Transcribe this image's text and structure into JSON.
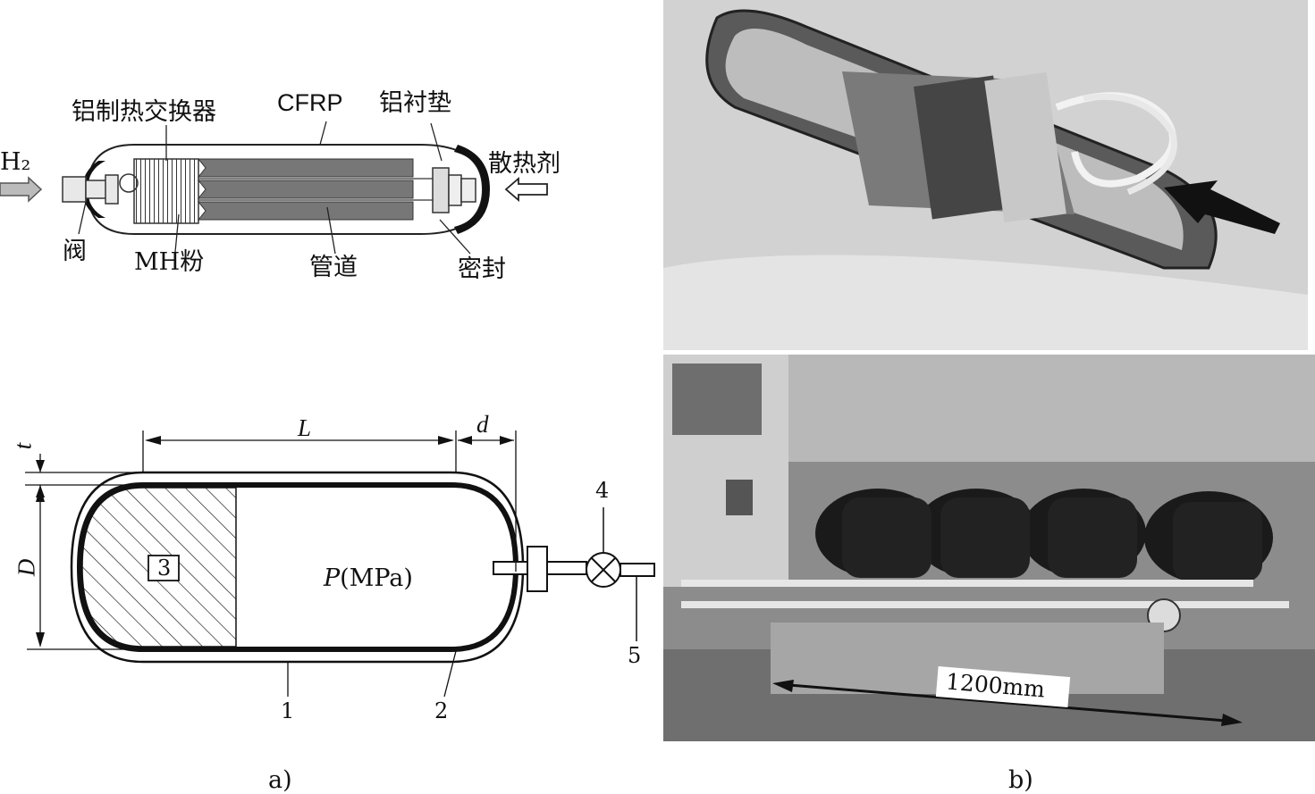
{
  "top_diagram": {
    "h2": "H₂",
    "heat_exchanger": "铝制热交换器",
    "cfrp": "CFRP",
    "liner": "铝衬垫",
    "coolant": "散热剂",
    "valve": "阀",
    "mh_powder": "MH粉",
    "pipe": "管道",
    "seal": "密封"
  },
  "bottom_diagram": {
    "t": "t",
    "L": "L",
    "d": "d",
    "D": "D",
    "box_number": "3",
    "pressure_var": "P",
    "pressure_unit": "(MPa)",
    "n1": "1",
    "n2": "2",
    "n4": "4",
    "n5": "5"
  },
  "captions": {
    "a": "a)",
    "b": "b)"
  },
  "photo_bottom": {
    "scale_label": "1200mm"
  }
}
